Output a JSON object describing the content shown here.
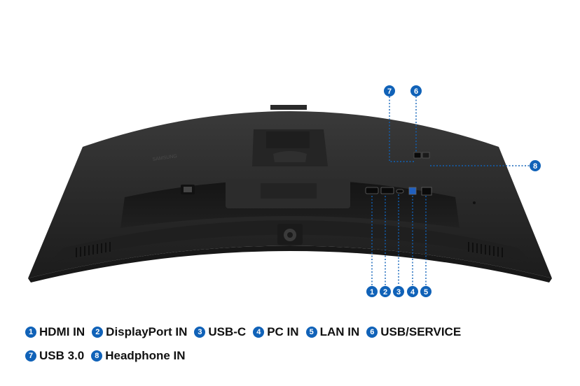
{
  "brand_mark": "SAMSUNG",
  "accent_color": "#1062b8",
  "ports": [
    {
      "number": "1",
      "label": "HDMI IN"
    },
    {
      "number": "2",
      "label": "DisplayPort IN"
    },
    {
      "number": "3",
      "label": "USB-C"
    },
    {
      "number": "4",
      "label": "PC IN"
    },
    {
      "number": "5",
      "label": "LAN IN"
    },
    {
      "number": "6",
      "label": "USB/SERVICE"
    },
    {
      "number": "7",
      "label": "USB 3.0"
    },
    {
      "number": "8",
      "label": "Headphone IN"
    }
  ]
}
